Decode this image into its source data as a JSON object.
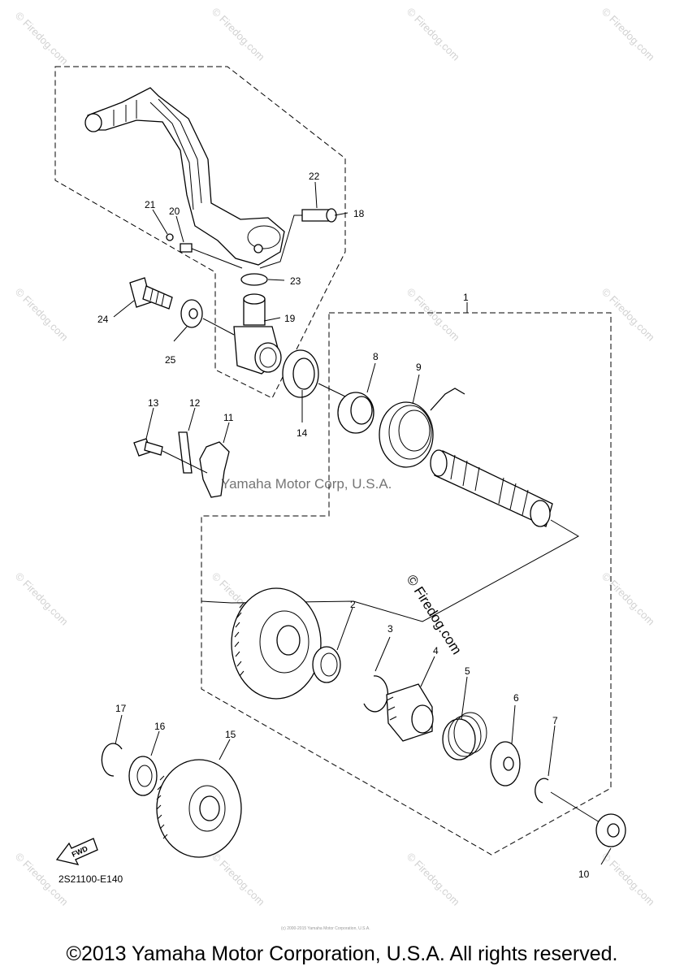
{
  "watermark": {
    "text": "© Firedog.com",
    "center_text": "Yamaha Motor Corp, U.S.A.",
    "tiny_text": "(c) 2000-2015 Yamaha Motor Corporation, U.S.A."
  },
  "callouts": {
    "c1": "1",
    "c2": "2",
    "c3": "3",
    "c4": "4",
    "c5": "5",
    "c6": "6",
    "c7": "7",
    "c8": "8",
    "c9": "9",
    "c10": "10",
    "c11": "11",
    "c12": "12",
    "c13": "13",
    "c14": "14",
    "c15": "15",
    "c16": "16",
    "c17": "17",
    "c18": "18",
    "c19": "19",
    "c20": "20",
    "c21": "21",
    "c22": "22",
    "c23": "23",
    "c24": "24",
    "c25": "25"
  },
  "fwd_label": "FWD",
  "diagram_code": "2S21100-E140",
  "copyright": "©2013 Yamaha Motor Corporation, U.S.A. All rights reserved."
}
